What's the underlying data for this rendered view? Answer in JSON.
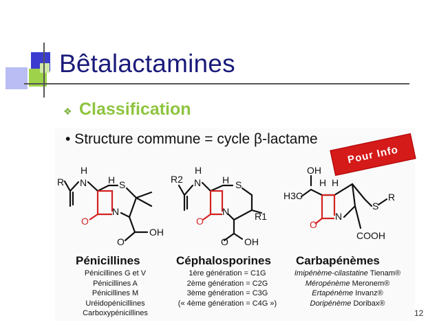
{
  "slide": {
    "title": "Bêtalactamines",
    "section": "Classification",
    "bullet_glyph": "❖",
    "structure_line": "• Structure commune = cycle β-lactame",
    "stamp": "Pour Info",
    "page_number": "12"
  },
  "families": {
    "penicillins": {
      "title": "Pénicillines",
      "items": [
        "Pénicillines G et V",
        "Pénicillines A",
        "Pénicillines M",
        "Uréidopénicillines",
        "Carboxypénicillines"
      ]
    },
    "cephalosporins": {
      "title": "Céphalosporines",
      "items": [
        "1ère génération = C1G",
        "2ème génération = C2G",
        "3ème génération = C3G",
        "(« 4ème génération = C4G »)"
      ]
    },
    "carbapenems": {
      "title": "Carbapénèmes",
      "items": [
        {
          "molecule": "Imipénème-cilastatine",
          "brand": "Tienam®"
        },
        {
          "molecule": "Méropénème",
          "brand": "Meronem®"
        },
        {
          "molecule": "Ertapénème",
          "brand": "Invanz®"
        },
        {
          "molecule": "Doripénème",
          "brand": "Doribax®"
        }
      ]
    }
  },
  "structures": {
    "penicillin_atoms": [
      "H",
      "R",
      "N",
      "H",
      "S",
      "O",
      "N",
      "O",
      "OH"
    ],
    "cephalosporin_atoms": [
      "R2",
      "H",
      "N",
      "H",
      "S",
      "O",
      "N",
      "R1",
      "O",
      "OH"
    ],
    "carbapenem_atoms": [
      "OH",
      "H3C",
      "H",
      "H",
      "S",
      "R",
      "O",
      "N",
      "COOH"
    ]
  },
  "colors": {
    "title": "#1a1a7a",
    "section": "#8ec43f",
    "stamp": "#d51a1a",
    "beta_lactam": "#d42020"
  },
  "icons": [
    "diamond-bullet-icon",
    "corner-squares-decoration"
  ]
}
